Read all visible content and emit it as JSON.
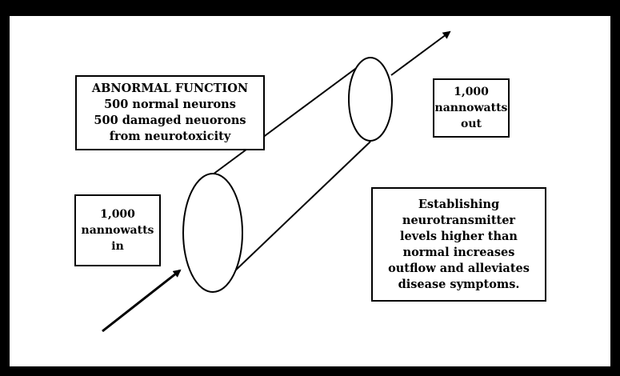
{
  "abnormal_function": {
    "title": "ABNORMAL FUNCTION",
    "line1": "500 normal neurons",
    "line2": "500 damaged neuorons",
    "line3": "from neurotoxicity"
  },
  "output": {
    "line1": "1,000",
    "line2": "nannowatts",
    "line3": "out"
  },
  "input": {
    "line1": "1,000",
    "line2": "nannowatts",
    "line3": "in"
  },
  "note": {
    "line1": "Establishing",
    "line2": "neurotransmitter",
    "line3": "levels higher than",
    "line4": "normal increases",
    "line5": "outflow and alleviates",
    "line6": "disease symptoms."
  }
}
